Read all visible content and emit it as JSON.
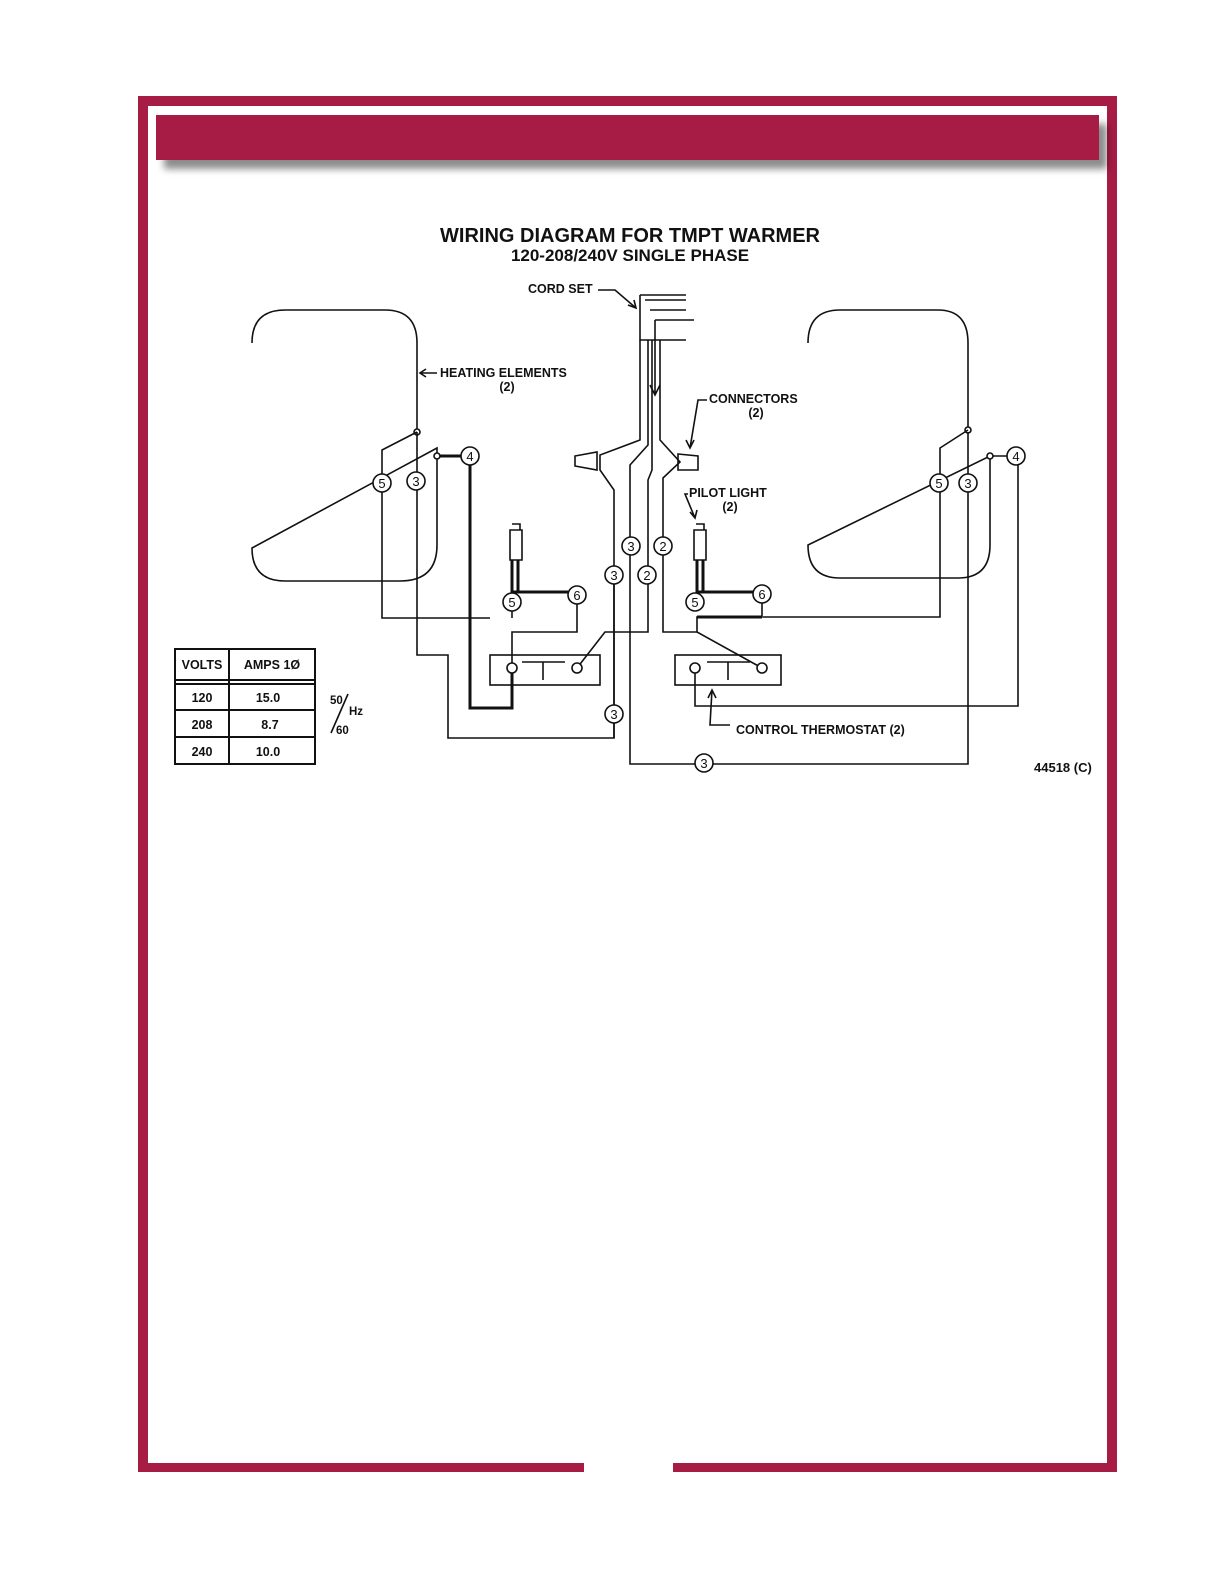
{
  "diagram": {
    "title": "WIRING DIAGRAM FOR TMPT WARMER",
    "subtitle": "120-208/240V  SINGLE PHASE",
    "cord_set": "CORD SET",
    "heating_elements": "HEATING ELEMENTS",
    "heating_elements_count": "(2)",
    "connectors": "CONNECTORS",
    "connectors_count": "(2)",
    "pilot_light": "PILOT LIGHT",
    "pilot_light_count": "(2)",
    "control_thermostat": "CONTROL THERMOSTAT (2)",
    "drawing_number": "44518 (C)",
    "frequency_top": "50",
    "frequency_unit": "Hz",
    "frequency_bottom": "60",
    "wire_numbers": {
      "n2": "2",
      "n3": "3",
      "n4": "4",
      "n5": "5",
      "n6": "6"
    }
  },
  "table": {
    "headers": [
      "VOLTS",
      "AMPS 1Ø"
    ],
    "rows": [
      [
        "120",
        "15.0"
      ],
      [
        "208",
        "8.7"
      ],
      [
        "240",
        "10.0"
      ]
    ]
  }
}
